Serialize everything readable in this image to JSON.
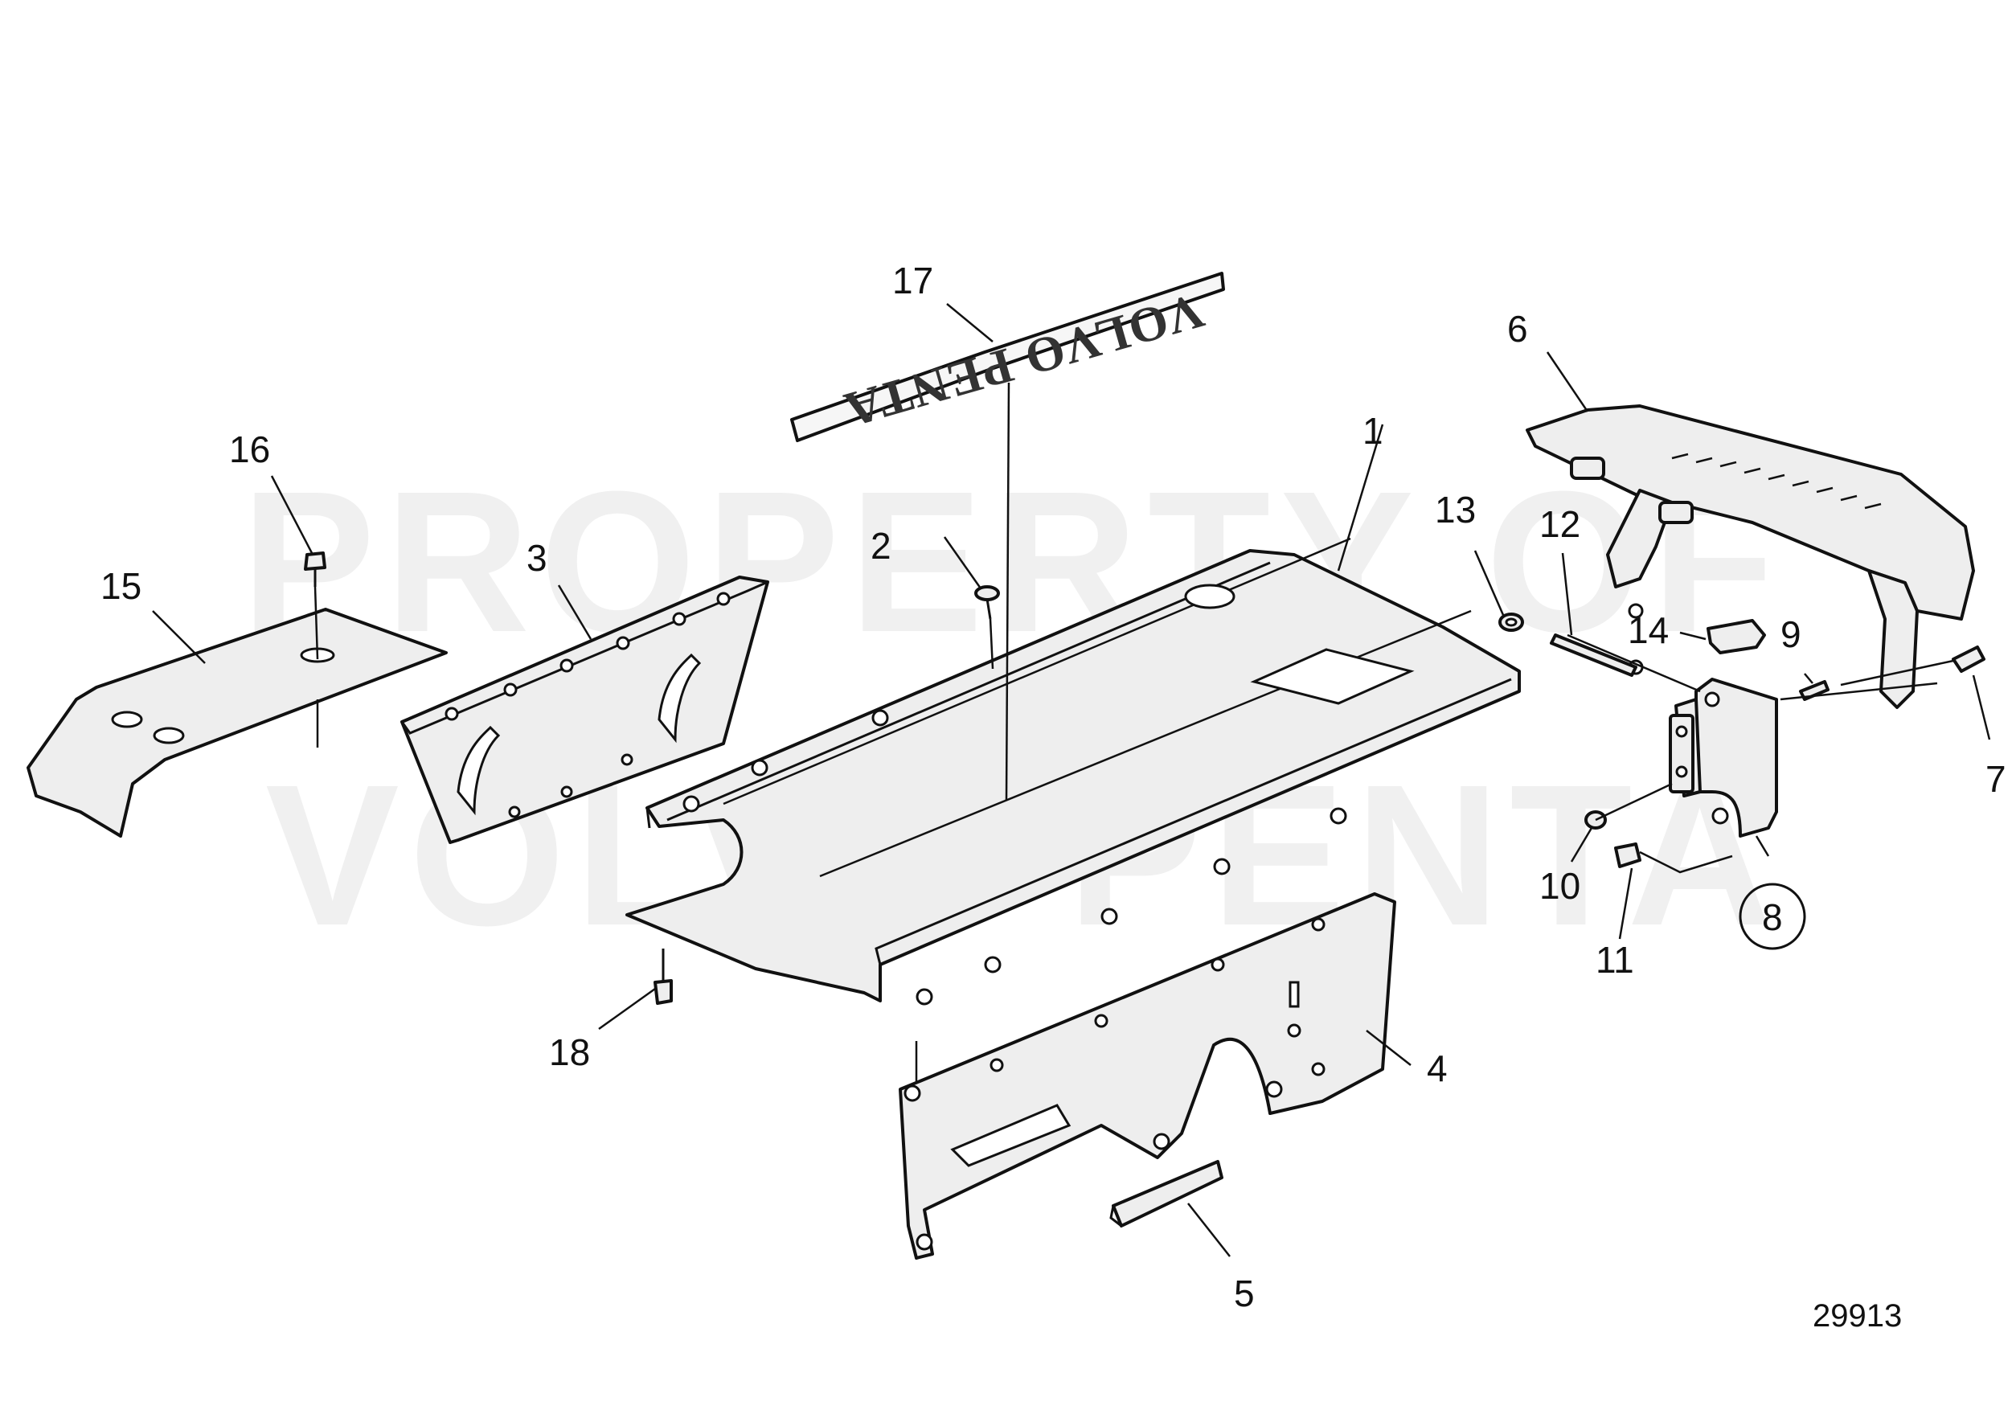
{
  "diagram": {
    "watermark_line1": "PROPERTY OF",
    "watermark_line2": "VOLVO PENTA",
    "badge_text": "VOLVO PENTA",
    "drawing_number": "29913",
    "callouts": {
      "c1": "1",
      "c2": "2",
      "c3": "3",
      "c4": "4",
      "c5": "5",
      "c6": "6",
      "c7": "7",
      "c8": "8",
      "c9": "9",
      "c10": "10",
      "c11": "11",
      "c12": "12",
      "c13": "13",
      "c14": "14",
      "c15": "15",
      "c16": "16",
      "c17": "17",
      "c18": "18"
    }
  }
}
